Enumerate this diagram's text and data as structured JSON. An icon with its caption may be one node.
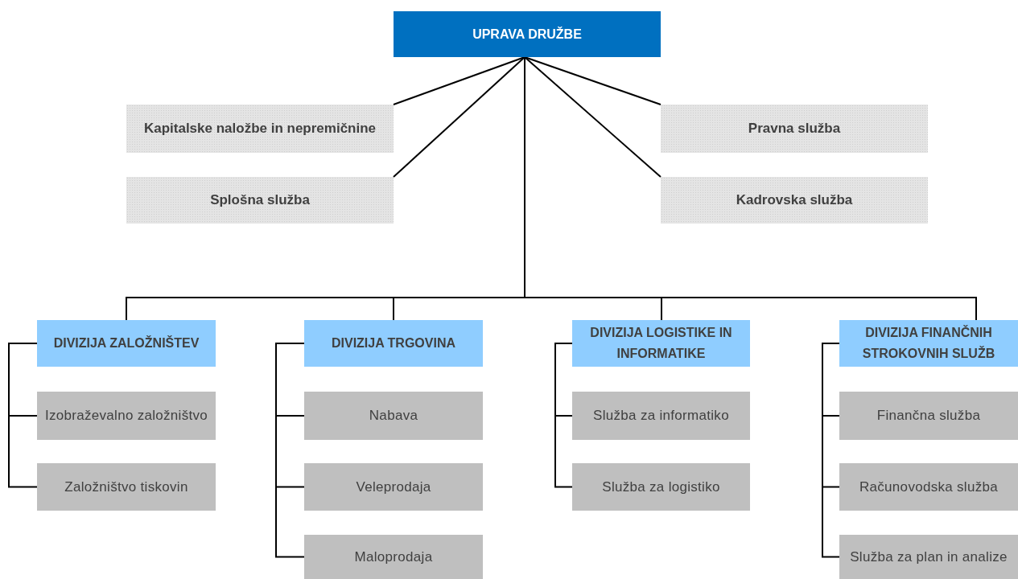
{
  "diagram": {
    "nodes": [
      {
        "text": [
          "UPRAVA DRUŽBE"
        ]
      },
      {
        "text": [
          "Kapitalske naložbe in nepremičnine"
        ]
      },
      {
        "text": [
          "Pravna služba"
        ]
      },
      {
        "text": [
          "Splošna služba"
        ]
      },
      {
        "text": [
          "Kadrovska služba"
        ]
      },
      {
        "text": [
          "DIVIZIJA ZALOŽNIŠTEV"
        ]
      },
      {
        "text": [
          "Izobraževalno založništvo"
        ]
      },
      {
        "text": [
          "Založništvo tiskovin"
        ]
      },
      {
        "text": [
          "DIVIZIJA TRGOVINA"
        ]
      },
      {
        "text": [
          "Nabava"
        ]
      },
      {
        "text": [
          "Veleprodaja"
        ]
      },
      {
        "text": [
          "Maloprodaja"
        ]
      },
      {
        "text": [
          "DIVIZIJA LOGISTIKE IN INFORMATIKE"
        ]
      },
      {
        "text": [
          "Služba za informatiko"
        ]
      },
      {
        "text": [
          "Služba za logistiko"
        ]
      },
      {
        "text": [
          "DIVIZIJA FINANČNIH STROKOVNIH SLUŽB"
        ]
      },
      {
        "text": [
          "Finančna služba"
        ]
      },
      {
        "text": [
          "Računovodska služba"
        ]
      },
      {
        "text": [
          "Služba za plan in analize"
        ]
      }
    ],
    "edges": [
      {
        "from": 0,
        "to": 1,
        "arrow": "none"
      },
      {
        "from": 0,
        "to": 2,
        "arrow": "none"
      },
      {
        "from": 0,
        "to": 3,
        "arrow": "none"
      },
      {
        "from": 0,
        "to": 4,
        "arrow": "none"
      },
      {
        "from": 0,
        "to": 5,
        "arrow": "none"
      },
      {
        "from": 0,
        "to": 8,
        "arrow": "none"
      },
      {
        "from": 0,
        "to": 12,
        "arrow": "none"
      },
      {
        "from": 0,
        "to": 15,
        "arrow": "none"
      },
      {
        "from": 5,
        "to": 6,
        "arrow": "none"
      },
      {
        "from": 5,
        "to": 7,
        "arrow": "none"
      },
      {
        "from": 8,
        "to": 9,
        "arrow": "none"
      },
      {
        "from": 8,
        "to": 10,
        "arrow": "none"
      },
      {
        "from": 8,
        "to": 11,
        "arrow": "none"
      },
      {
        "from": 12,
        "to": 13,
        "arrow": "none"
      },
      {
        "from": 12,
        "to": 14,
        "arrow": "none"
      },
      {
        "from": 15,
        "to": 16,
        "arrow": "none"
      },
      {
        "from": 15,
        "to": 17,
        "arrow": "none"
      },
      {
        "from": 15,
        "to": 18,
        "arrow": "none"
      }
    ]
  }
}
